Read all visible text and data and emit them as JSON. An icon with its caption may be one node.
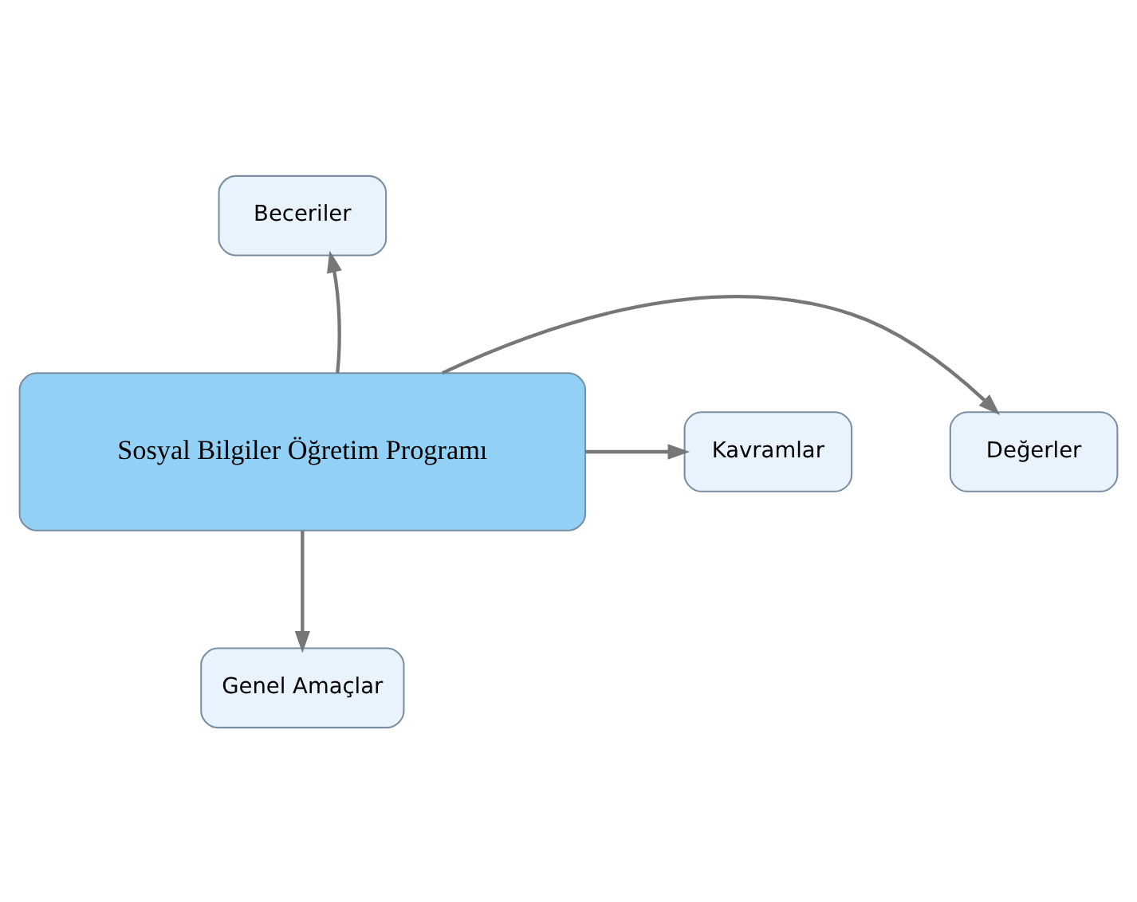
{
  "diagram": {
    "nodes": [
      {
        "text": [
          "Sosyal Bilgiler Öğretim Programı"
        ]
      },
      {
        "text": [
          "Beceriler"
        ]
      },
      {
        "text": [
          "Değerler"
        ]
      },
      {
        "text": [
          "Kavramlar"
        ]
      },
      {
        "text": [
          "Genel Amaçlar"
        ]
      }
    ],
    "edges": [
      {
        "from": 0,
        "to": 1,
        "arrow": "to"
      },
      {
        "from": 0,
        "to": 2,
        "arrow": "to"
      },
      {
        "from": 0,
        "to": 3,
        "arrow": "to"
      },
      {
        "from": 0,
        "to": 4,
        "arrow": "to"
      }
    ]
  }
}
